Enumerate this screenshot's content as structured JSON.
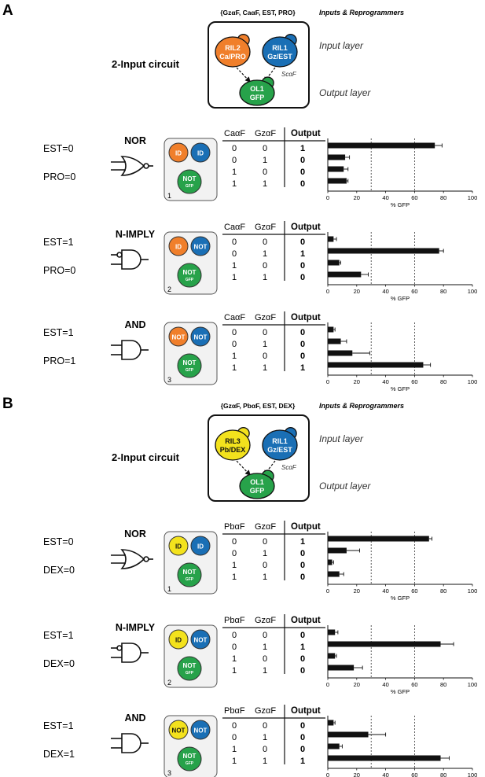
{
  "panels": [
    {
      "letter": "A",
      "inputs_set": "{GzαF, CaαF, EST, PRO}",
      "inputs_title": "Inputs & Reprogrammers",
      "circuit_label": "2-Input circuit",
      "input_layer_label": "Input layer",
      "output_layer_label": "Output layer",
      "pheromone_label": "ScαF",
      "cells": [
        {
          "name": "RIL2",
          "sub": "Ca/PRO",
          "color": "#f07f2b"
        },
        {
          "name": "RIL1",
          "sub": "Gz/EST",
          "color": "#1a6fb5"
        },
        {
          "name": "OL1",
          "sub": "GFP",
          "color": "#27a24a"
        }
      ],
      "col1": "CaαF",
      "col2": "GzαF",
      "output_header": "Output",
      "x_axis_label": "% GFP",
      "x_ticks": [
        "0",
        "20",
        "40",
        "60",
        "80",
        "100"
      ],
      "gates": [
        {
          "gate": "NOR",
          "input1": "EST=0",
          "input2": "PRO=0",
          "number": "1",
          "cells": [
            {
              "label": "ID",
              "color": "#f07f2b",
              "text_color": "#ffffff"
            },
            {
              "label": "ID",
              "color": "#1a6fb5",
              "text_color": "#ffffff"
            },
            {
              "label": "NOT",
              "sub": "GFP",
              "color": "#27a24a",
              "text_color": "#ffffff"
            }
          ],
          "rows": [
            [
              "0",
              "0",
              "1"
            ],
            [
              "0",
              "1",
              "0"
            ],
            [
              "1",
              "0",
              "0"
            ],
            [
              "1",
              "1",
              "0"
            ]
          ],
          "values": [
            74,
            12,
            11,
            13
          ],
          "errors": [
            5,
            3,
            3,
            1
          ]
        },
        {
          "gate": "N-IMPLY",
          "input1": "EST=1",
          "input2": "PRO=0",
          "number": "2",
          "cells": [
            {
              "label": "ID",
              "color": "#f07f2b",
              "text_color": "#ffffff"
            },
            {
              "label": "NOT",
              "color": "#1a6fb5",
              "text_color": "#ffffff"
            },
            {
              "label": "NOT",
              "sub": "GFP",
              "color": "#27a24a",
              "text_color": "#ffffff"
            }
          ],
          "rows": [
            [
              "0",
              "0",
              "0"
            ],
            [
              "0",
              "1",
              "1"
            ],
            [
              "1",
              "0",
              "0"
            ],
            [
              "1",
              "1",
              "0"
            ]
          ],
          "values": [
            4,
            77,
            8,
            23
          ],
          "errors": [
            2,
            3,
            1,
            5
          ]
        },
        {
          "gate": "AND",
          "input1": "EST=1",
          "input2": "PRO=1",
          "number": "3",
          "cells": [
            {
              "label": "NOT",
              "color": "#f07f2b",
              "text_color": "#ffffff"
            },
            {
              "label": "NOT",
              "color": "#1a6fb5",
              "text_color": "#ffffff"
            },
            {
              "label": "NOT",
              "sub": "GFP",
              "color": "#27a24a",
              "text_color": "#ffffff"
            }
          ],
          "rows": [
            [
              "0",
              "0",
              "0"
            ],
            [
              "0",
              "1",
              "0"
            ],
            [
              "1",
              "0",
              "0"
            ],
            [
              "1",
              "1",
              "1"
            ]
          ],
          "values": [
            4,
            9,
            17,
            66
          ],
          "errors": [
            1,
            4,
            12,
            5
          ]
        }
      ]
    },
    {
      "letter": "B",
      "inputs_set": "{GzαF, PbαF, EST, DEX}",
      "inputs_title": "Inputs & Reprogrammers",
      "circuit_label": "2-Input circuit",
      "input_layer_label": "Input layer",
      "output_layer_label": "Output layer",
      "pheromone_label": "ScαF",
      "cells": [
        {
          "name": "RIL3",
          "sub": "Pb/DEX",
          "color": "#f3e21d"
        },
        {
          "name": "RIL1",
          "sub": "Gz/EST",
          "color": "#1a6fb5"
        },
        {
          "name": "OL1",
          "sub": "GFP",
          "color": "#27a24a"
        }
      ],
      "col1": "PbαF",
      "col2": "GzαF",
      "output_header": "Output",
      "x_axis_label": "% GFP",
      "x_ticks": [
        "0",
        "20",
        "40",
        "60",
        "80",
        "100"
      ],
      "gates": [
        {
          "gate": "NOR",
          "input1": "EST=0",
          "input2": "DEX=0",
          "number": "1",
          "cells": [
            {
              "label": "ID",
              "color": "#f3e21d",
              "text_color": "#111111"
            },
            {
              "label": "ID",
              "color": "#1a6fb5",
              "text_color": "#ffffff"
            },
            {
              "label": "NOT",
              "sub": "GFP",
              "color": "#27a24a",
              "text_color": "#ffffff"
            }
          ],
          "rows": [
            [
              "0",
              "0",
              "1"
            ],
            [
              "0",
              "1",
              "0"
            ],
            [
              "1",
              "0",
              "0"
            ],
            [
              "1",
              "1",
              "0"
            ]
          ],
          "values": [
            70,
            13,
            3,
            8
          ],
          "errors": [
            2,
            9,
            1,
            3
          ]
        },
        {
          "gate": "N-IMPLY",
          "input1": "EST=1",
          "input2": "DEX=0",
          "number": "2",
          "cells": [
            {
              "label": "ID",
              "color": "#f3e21d",
              "text_color": "#111111"
            },
            {
              "label": "NOT",
              "color": "#1a6fb5",
              "text_color": "#ffffff"
            },
            {
              "label": "NOT",
              "sub": "GFP",
              "color": "#27a24a",
              "text_color": "#ffffff"
            }
          ],
          "rows": [
            [
              "0",
              "0",
              "0"
            ],
            [
              "0",
              "1",
              "1"
            ],
            [
              "1",
              "0",
              "0"
            ],
            [
              "1",
              "1",
              "0"
            ]
          ],
          "values": [
            5,
            78,
            5,
            18
          ],
          "errors": [
            2,
            9,
            1,
            6
          ]
        },
        {
          "gate": "AND",
          "input1": "EST=1",
          "input2": "DEX=1",
          "number": "3",
          "cells": [
            {
              "label": "NOT",
              "color": "#f3e21d",
              "text_color": "#111111"
            },
            {
              "label": "NOT",
              "color": "#1a6fb5",
              "text_color": "#ffffff"
            },
            {
              "label": "NOT",
              "sub": "GFP",
              "color": "#27a24a",
              "text_color": "#ffffff"
            }
          ],
          "rows": [
            [
              "0",
              "0",
              "0"
            ],
            [
              "0",
              "1",
              "0"
            ],
            [
              "1",
              "0",
              "0"
            ],
            [
              "1",
              "1",
              "1"
            ]
          ],
          "values": [
            4,
            28,
            8,
            78
          ],
          "errors": [
            1,
            12,
            2,
            6
          ]
        }
      ]
    }
  ]
}
